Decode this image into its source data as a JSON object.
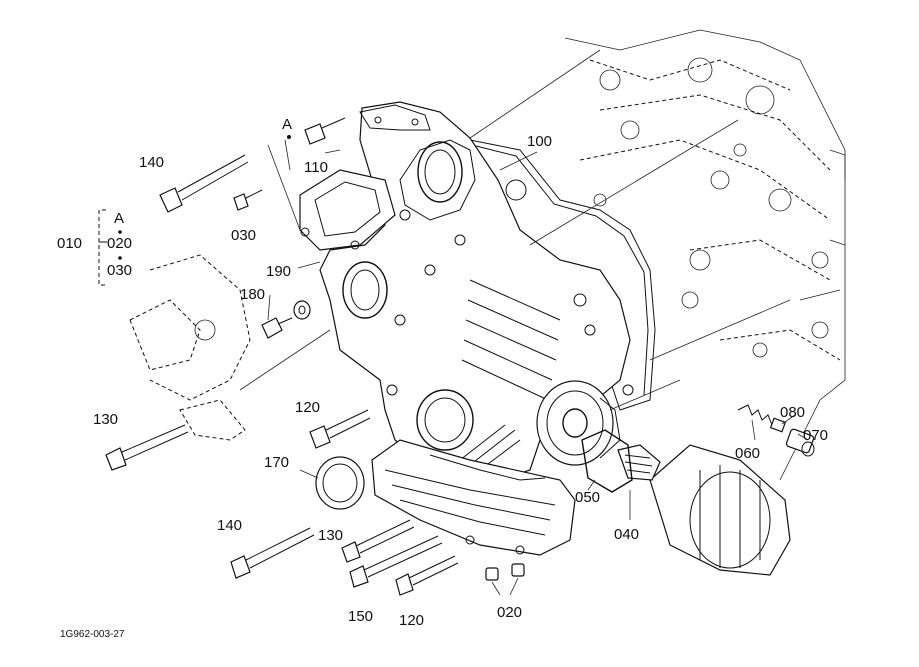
{
  "figure_code": "1G962-003-27",
  "part_labels": {
    "p010": "010",
    "p020_a": "020",
    "p030_a": "030",
    "p020_b": "020",
    "p030_b": "030",
    "p040": "040",
    "p050": "050",
    "p060": "060",
    "p070": "070",
    "p080": "080",
    "p100": "100",
    "p110": "110",
    "p120_a": "120",
    "p120_b": "120",
    "p130_a": "130",
    "p130_b": "130",
    "p140_a": "140",
    "p140_b": "140",
    "p150": "150",
    "p170": "170",
    "p180": "180",
    "p190": "190"
  },
  "group_marker": "A",
  "ref_marker": "A"
}
